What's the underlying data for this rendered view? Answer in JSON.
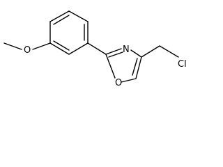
{
  "molecule": {
    "atoms": {
      "oxygen_methoxy": "O",
      "nitrogen_ring": "N",
      "oxygen_ring": "O",
      "chlorine": "Cl"
    }
  }
}
